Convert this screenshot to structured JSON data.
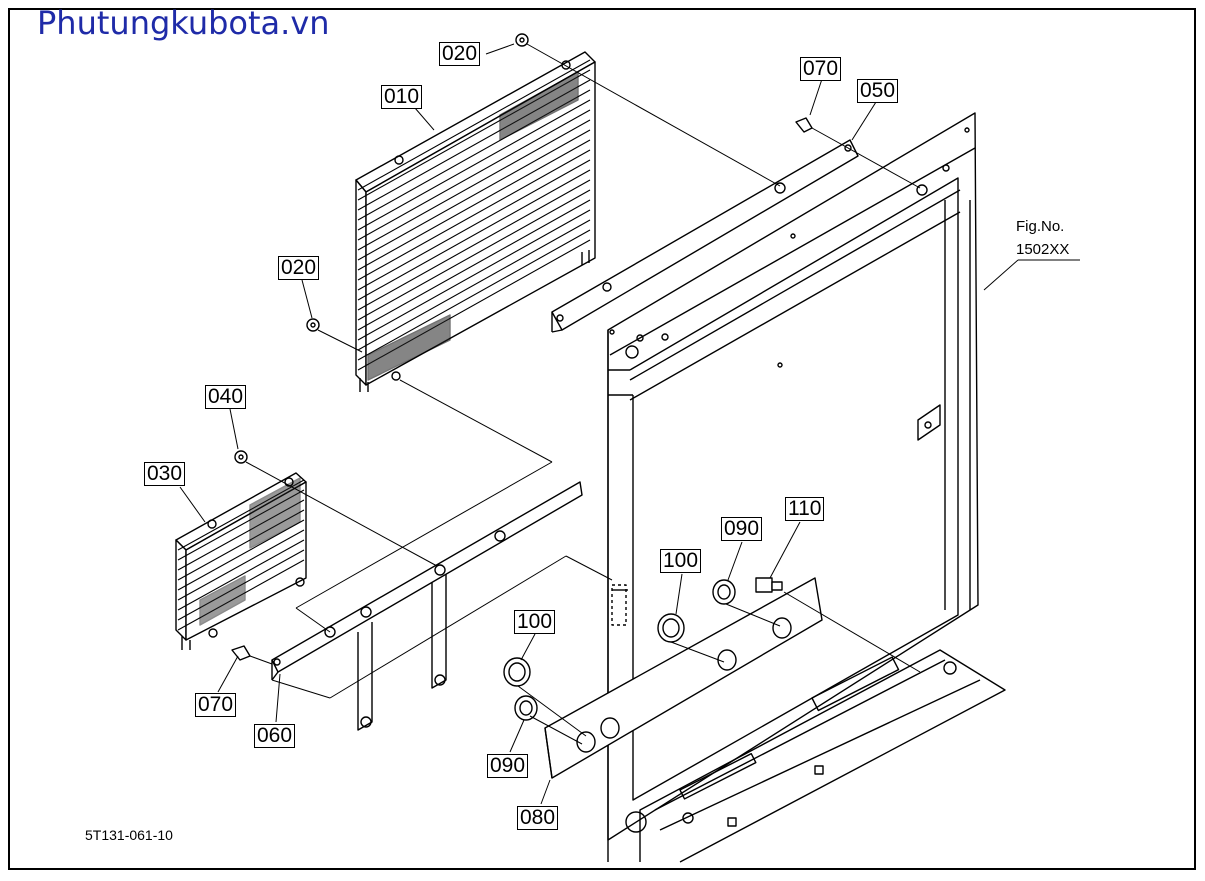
{
  "watermark": "Phutungkubota.vn",
  "figure": {
    "line1": "Fig.No.",
    "line2": "1502XX"
  },
  "drawing_code": "5T131-061-10",
  "callouts": [
    "020",
    "010",
    "070",
    "050",
    "020",
    "040",
    "030",
    "070",
    "060",
    "100",
    "090",
    "110",
    "100",
    "090",
    "080"
  ],
  "colors": {
    "watermark": "#1f2ba8",
    "line": "#000000",
    "background": "#ffffff"
  }
}
